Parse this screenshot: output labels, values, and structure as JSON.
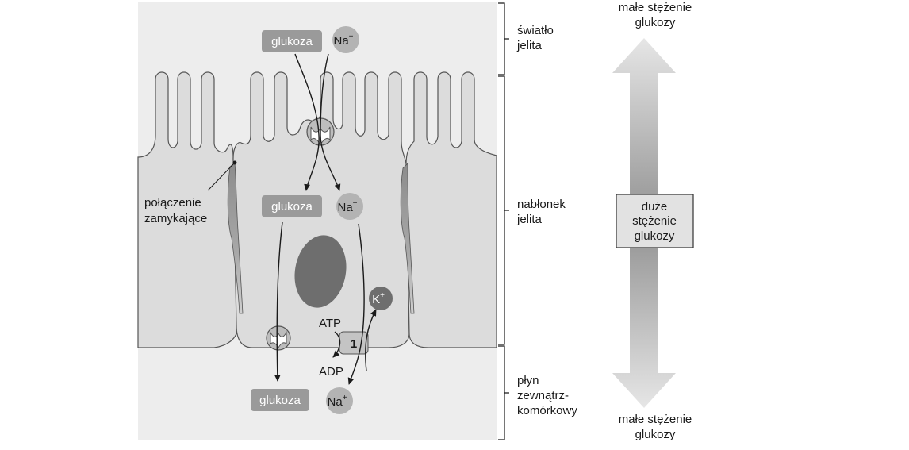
{
  "molecules": {
    "glucose": "glukoza",
    "sodium": "Na",
    "sodium_charge": "+",
    "potassium": "K",
    "potassium_charge": "+",
    "atp": "ATP",
    "adp": "ADP",
    "pump_number": "1"
  },
  "labels": {
    "tight_junction_line1": "połączenie",
    "tight_junction_line2": "zamykające",
    "lumen_line1": "światło",
    "lumen_line2": "jelita",
    "epithelium_line1": "nabłonek",
    "epithelium_line2": "jelita",
    "ecf_line1": "płyn",
    "ecf_line2": "zewnątrz-",
    "ecf_line3": "komórkowy"
  },
  "gradient": {
    "top_line1": "małe stężenie",
    "top_line2": "glukozy",
    "middle_line1": "duże",
    "middle_line2": "stężenie",
    "middle_line3": "glukozy",
    "bottom_line1": "małe stężenie",
    "bottom_line2": "glukozy"
  }
}
